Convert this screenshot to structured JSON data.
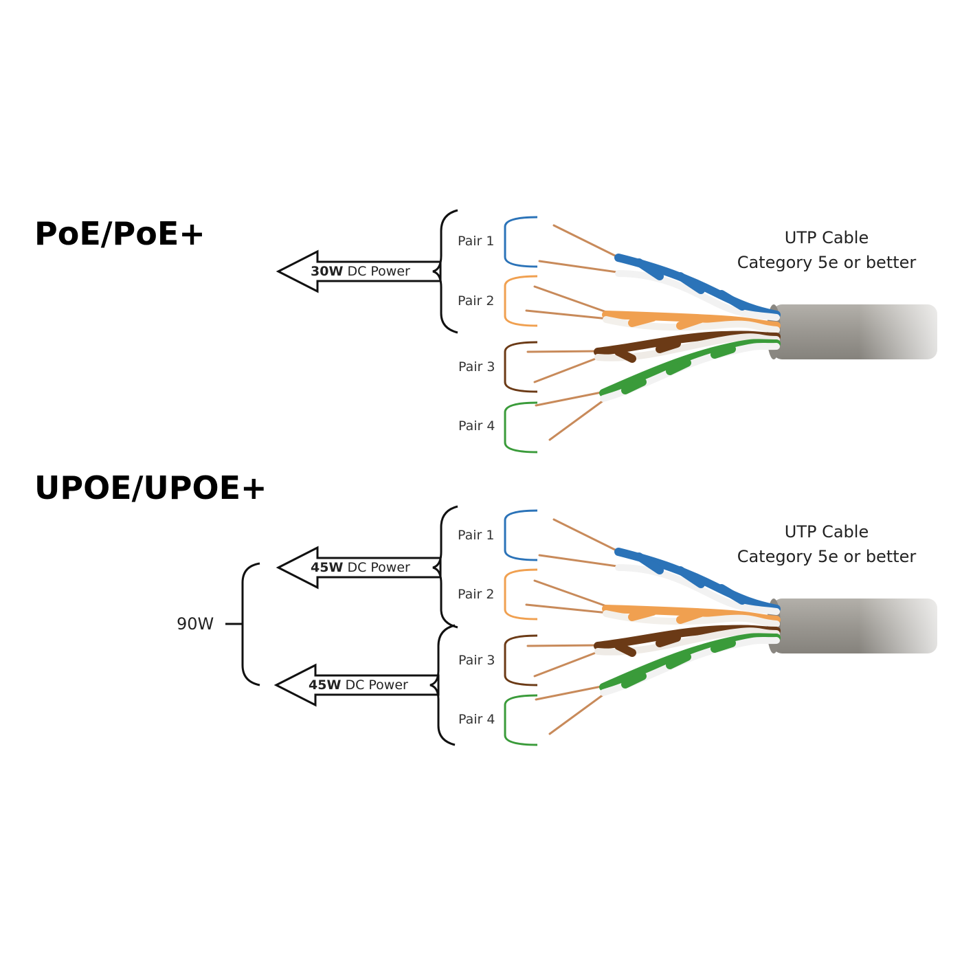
{
  "colors": {
    "pair1": "#2b73b8",
    "pair2": "#f0a050",
    "pair3": "#6b3a16",
    "pair4": "#3a9b3a",
    "jacket": "#9b9892",
    "copper": "#c88a5a"
  },
  "sections": [
    {
      "heading": "PoE/PoE+",
      "pairs": [
        "Pair 1",
        "Pair 2",
        "Pair 3",
        "Pair 4"
      ],
      "cable_label": {
        "line1": "UTP Cable",
        "line2": "Category 5e or better"
      },
      "arrows": [
        {
          "watts": "30W",
          "text": " DC Power"
        }
      ]
    },
    {
      "heading": "UPOE/UPOE+",
      "pairs": [
        "Pair 1",
        "Pair 2",
        "Pair 3",
        "Pair 4"
      ],
      "cable_label": {
        "line1": "UTP Cable",
        "line2": "Category 5e or better"
      },
      "arrows": [
        {
          "watts": "45W",
          "text": " DC Power"
        },
        {
          "watts": "45W",
          "text": " DC Power"
        }
      ],
      "total": "90W"
    }
  ]
}
